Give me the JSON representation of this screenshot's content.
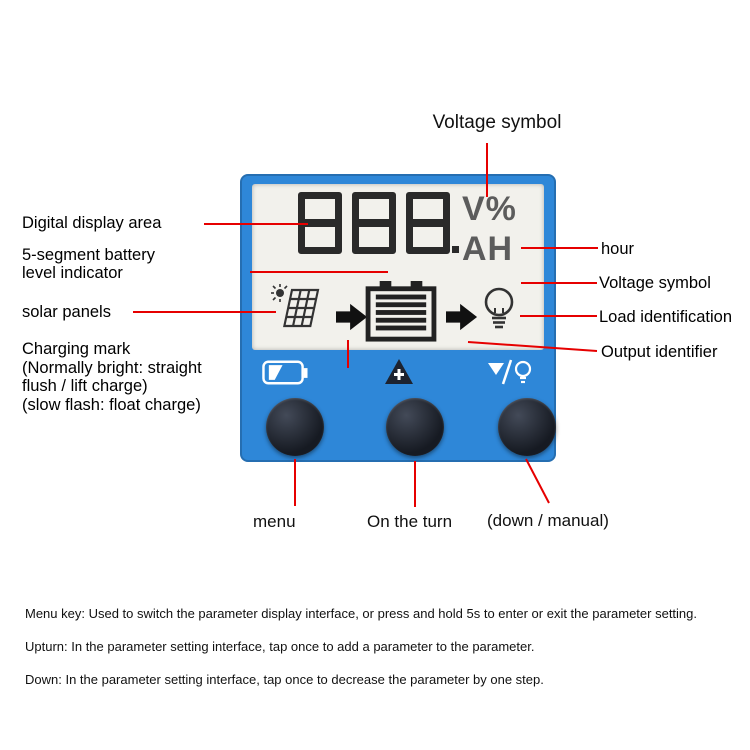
{
  "title": "Voltage symbol",
  "left_labels": {
    "digital_display_area": "Digital display area",
    "battery_level_1": "5-segment battery",
    "battery_level_2": "level indicator",
    "solar_panels": "solar panels",
    "charging_mark_1": "Charging mark",
    "charging_mark_2": "(Normally bright: straight",
    "charging_mark_3": "flush / lift charge)",
    "charging_mark_4": "(slow flash: float charge)"
  },
  "right_labels": {
    "hour": "hour",
    "voltage_symbol": "Voltage symbol",
    "load_identification": "Load identification",
    "output_identifier": "Output identifier"
  },
  "display": {
    "digits": "888",
    "unit_top": "V%",
    "unit_bottom": "AH"
  },
  "button_labels": {
    "menu": "menu",
    "on_the_turn": "On the turn",
    "down_manual": "(down / manual)"
  },
  "icons": {
    "lcd_row": [
      "solar-panel",
      "arrow-right",
      "battery",
      "arrow-right",
      "light-bulb"
    ],
    "strip_row": [
      "battery",
      "up-triangle-plus",
      "down-triangle-slash-bulb"
    ]
  },
  "footnotes": [
    "Menu key: Used to switch the parameter display interface, or press and hold 5s to enter or exit the parameter setting.",
    "Upturn: In the parameter setting interface, tap once to add a parameter to the parameter.",
    "Down: In the parameter setting interface, tap once to decrease the parameter by one step."
  ],
  "colors": {
    "device_blue": "#2e87d8",
    "lcd_bg": "#f2f1ec",
    "annotation_red": "#e60000",
    "button_dark": "#1b1f29",
    "digit_color": "#2a2a2a",
    "unit_gray": "#5c5c5c"
  }
}
